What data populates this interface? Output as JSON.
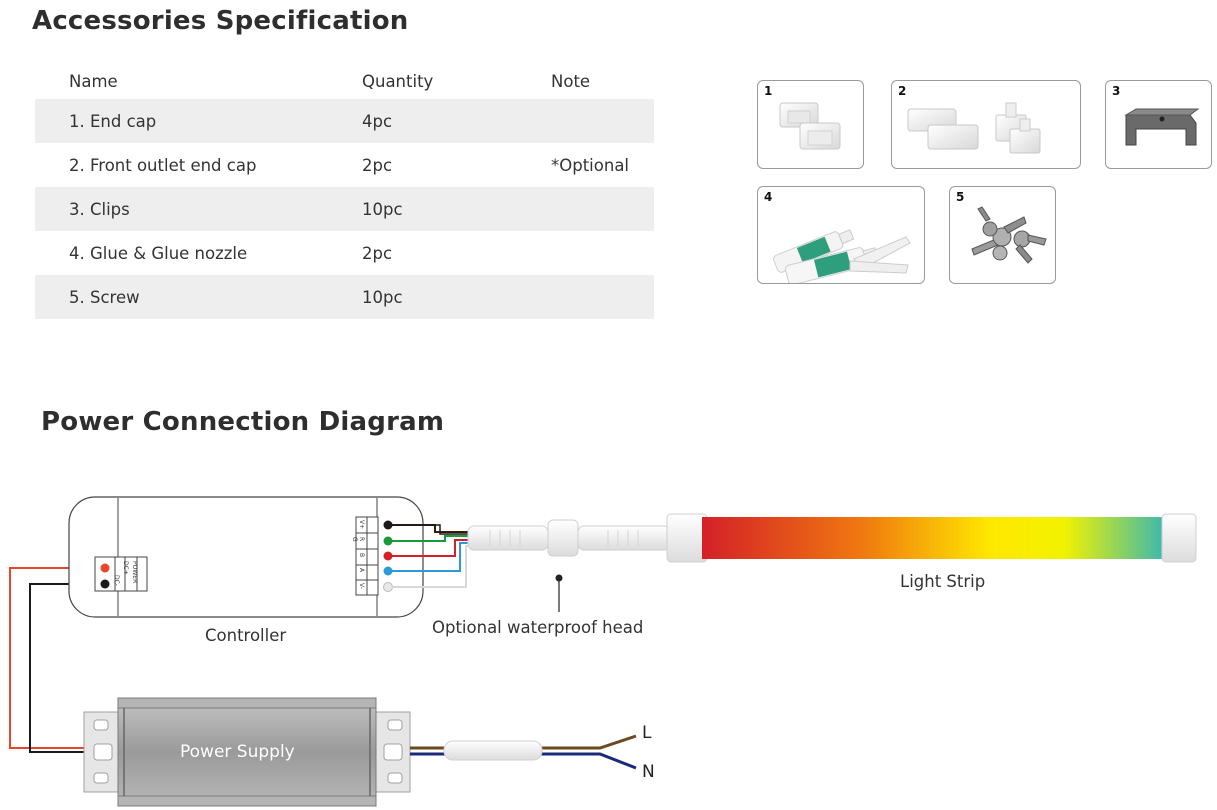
{
  "accessories": {
    "title": "Accessories Specification",
    "columns": [
      "Name",
      "Quantity",
      "Note"
    ],
    "rows": [
      {
        "name": "1. End cap",
        "qty": "4pc",
        "note": ""
      },
      {
        "name": "2. Front outlet end cap",
        "qty": "2pc",
        "note": "*Optional"
      },
      {
        "name": "3. Clips",
        "qty": "10pc",
        "note": ""
      },
      {
        "name": "4. Glue & Glue nozzle",
        "qty": "2pc",
        "note": ""
      },
      {
        "name": "5. Screw",
        "qty": "10pc",
        "note": ""
      }
    ],
    "images": [
      {
        "number": "1",
        "icon": "end-cap-icon"
      },
      {
        "number": "2",
        "icon": "front-outlet-end-cap-icon"
      },
      {
        "number": "3",
        "icon": "clip-icon"
      },
      {
        "number": "4",
        "icon": "glue-tube-icon"
      },
      {
        "number": "5",
        "icon": "screw-icon"
      }
    ]
  },
  "diagram": {
    "title": "Power Connection Diagram",
    "controller_label": "Controller",
    "controller_ports": {
      "power": "POWER",
      "dc_plus": "DC+",
      "dc_minus": "DC-",
      "v_plus": "V+",
      "r": "R",
      "g": "G",
      "b": "B",
      "a": "A",
      "v_minus": "V-"
    },
    "waterproof_label": "Optional waterproof head",
    "strip_label": "Light Strip",
    "power_supply_label": "Power Supply",
    "line_l": "L",
    "line_n": "N",
    "colors": {
      "red_wire": "#e8452c",
      "black_wire": "#1a1a1a",
      "green_wire": "#1a9a3a",
      "blue_wire": "#2a9ad8",
      "brown_wire": "#6b4a22",
      "navy_wire": "#1a2a7a",
      "strip_gradient": [
        "#d42028",
        "#f07a10",
        "#ffe800",
        "#f5f000",
        "#3ab8b0"
      ]
    }
  }
}
